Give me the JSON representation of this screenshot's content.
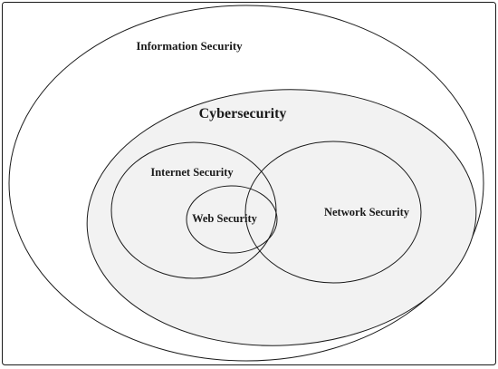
{
  "diagram": {
    "type": "nested-venn",
    "colors": {
      "outline": "#1a1a1a",
      "cyber_fill": "#f2f2f2",
      "background": "#ffffff"
    },
    "labels": {
      "information_security": "Information Security",
      "cybersecurity": "Cybersecurity",
      "internet_security": "Internet Security",
      "web_security": "Web Security",
      "network_security": "Network Security"
    }
  }
}
